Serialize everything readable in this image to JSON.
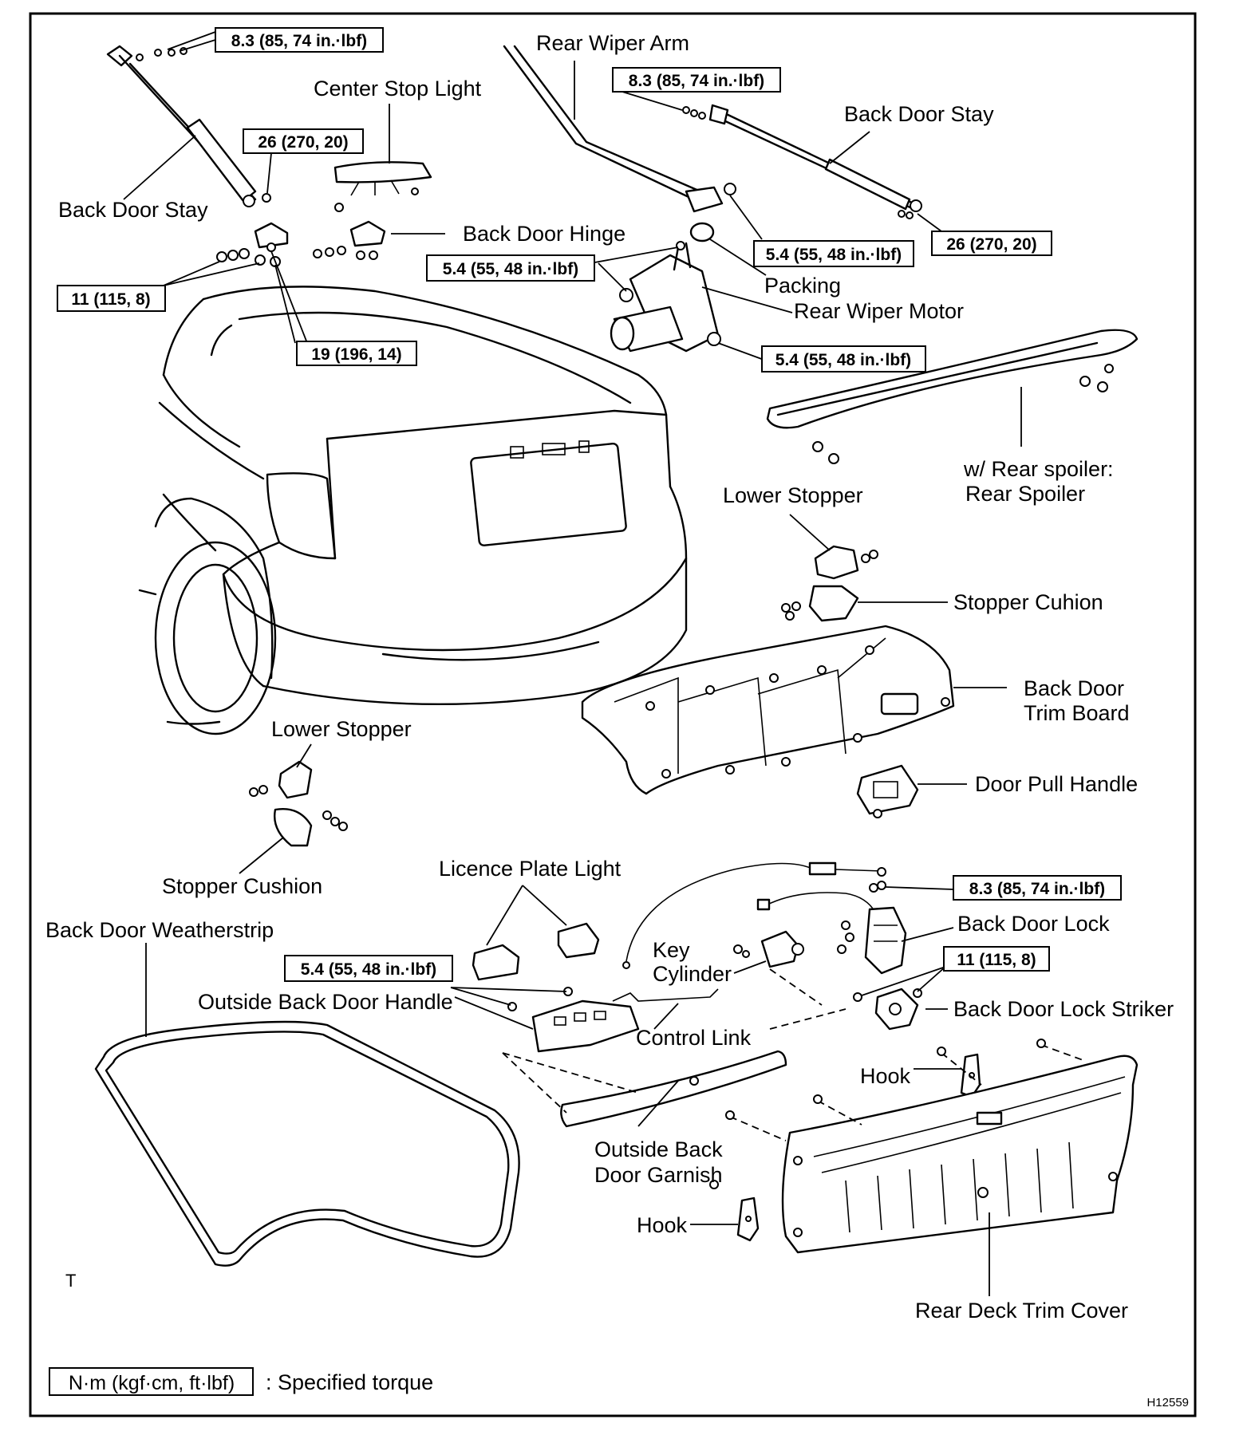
{
  "labels": {
    "back_door_stay_left": "Back Door Stay",
    "center_stop_light": "Center Stop Light",
    "rear_wiper_arm": "Rear Wiper Arm",
    "back_door_stay_right": "Back Door Stay",
    "back_door_hinge": "Back Door Hinge",
    "packing": "Packing",
    "rear_wiper_motor": "Rear Wiper Motor",
    "rear_spoiler_line1": "w/ Rear spoiler:",
    "rear_spoiler_line2": "Rear Spoiler",
    "lower_stopper_right": "Lower Stopper",
    "stopper_cuhion": "Stopper Cuhion",
    "back_door_trim_board_line1": "Back Door",
    "back_door_trim_board_line2": "Trim Board",
    "door_pull_handle": "Door Pull Handle",
    "lower_stopper_left": "Lower Stopper",
    "stopper_cushion": "Stopper Cushion",
    "licence_plate_light": "Licence Plate Light",
    "back_door_weatherstrip": "Back Door Weatherstrip",
    "key_cylinder_line1": "Key",
    "key_cylinder_line2": "Cylinder",
    "back_door_lock": "Back Door Lock",
    "outside_back_door_handle": "Outside Back Door Handle",
    "control_link": "Control Link",
    "back_door_lock_striker": "Back Door Lock Striker",
    "hook_right": "Hook",
    "outside_back_door_garnish_line1": "Outside Back",
    "outside_back_door_garnish_line2": "Door Garnish",
    "hook_left": "Hook",
    "rear_deck_trim_cover": "Rear Deck Trim Cover",
    "view_marker": "T"
  },
  "torque": {
    "stay_left_top": "8.3 (85, 74 in.·lbf)",
    "stay_left_bottom": "26 (270, 20)",
    "wiper_arm": "8.3 (85, 74 in.·lbf)",
    "stay_right_bottom": "26 (270, 20)",
    "hinge_outer": "11 (115, 8)",
    "hinge_inner": "19 (196, 14)",
    "wiper_nut": "5.4 (55, 48 in.·lbf)",
    "wiper_motor_upper": "5.4 (55, 48 in.·lbf)",
    "wiper_motor_lower": "5.4 (55, 48 in.·lbf)",
    "lock": "8.3 (85, 74 in.·lbf)",
    "striker": "11 (115, 8)",
    "outside_handle": "5.4 (55, 48 in.·lbf)"
  },
  "legend": {
    "unit": "N·m (kgf·cm, ft·lbf)",
    "description": ": Specified torque"
  },
  "figure_code": "H12559"
}
